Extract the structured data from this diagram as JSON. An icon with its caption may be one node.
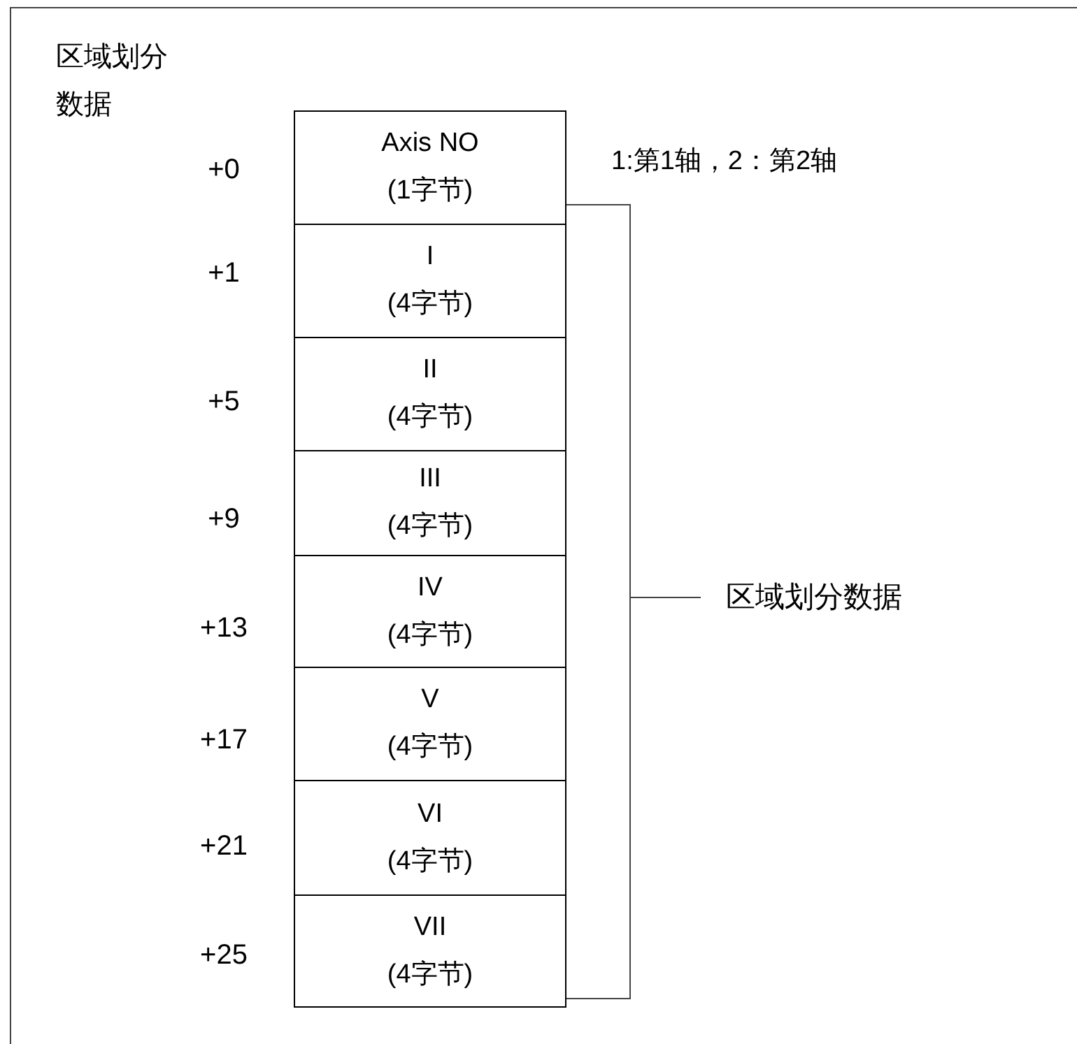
{
  "diagram": {
    "title": "区域划分数据",
    "nodes": [
      {
        "text": [
          "Axis NO",
          "(1字节)"
        ],
        "beside": [
          "+0",
          "1:第1轴，2：第2轴"
        ]
      },
      {
        "text": [
          "I",
          "(4字节)"
        ],
        "beside": [
          "+1"
        ]
      },
      {
        "text": [
          "II",
          "(4字节)"
        ],
        "beside": [
          "+5"
        ]
      },
      {
        "text": [
          "III",
          "(4字节)"
        ],
        "beside": [
          "+9"
        ]
      },
      {
        "text": [
          "IV",
          "(4字节)"
        ],
        "beside": [
          "+13"
        ]
      },
      {
        "text": [
          "V",
          "(4字节)"
        ],
        "beside": [
          "+17"
        ]
      },
      {
        "text": [
          "VI",
          "(4字节)"
        ],
        "beside": [
          "+21"
        ]
      },
      {
        "text": [
          "VII",
          "(4字节)"
        ],
        "beside": [
          "+25"
        ]
      }
    ],
    "labels": [
      "区域划分数据"
    ]
  }
}
